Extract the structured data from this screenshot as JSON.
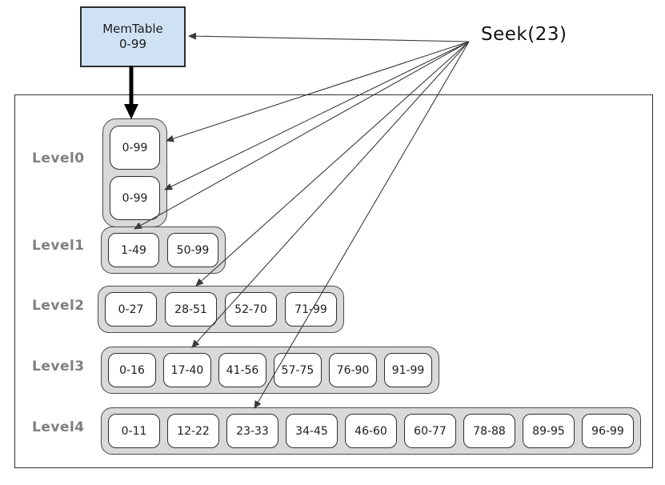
{
  "diagram": {
    "memtable": {
      "title": "MemTable",
      "range": "0-99"
    },
    "seek_label": "Seek(23)",
    "levels": [
      {
        "label": "Level0",
        "layout": "vertical",
        "tables": [
          "0-99",
          "0-99"
        ]
      },
      {
        "label": "Level1",
        "layout": "horizontal",
        "tables": [
          "1-49",
          "50-99"
        ]
      },
      {
        "label": "Level2",
        "layout": "horizontal",
        "tables": [
          "0-27",
          "28-51",
          "52-70",
          "71-99"
        ]
      },
      {
        "label": "Level3",
        "layout": "horizontal",
        "tables": [
          "0-16",
          "17-40",
          "41-56",
          "57-75",
          "76-90",
          "91-99"
        ]
      },
      {
        "label": "Level4",
        "layout": "horizontal",
        "tables": [
          "0-11",
          "12-22",
          "23-33",
          "34-45",
          "46-60",
          "60-77",
          "78-88",
          "89-95",
          "96-99"
        ]
      }
    ],
    "seek_targets": [
      "MemTable 0-99",
      "Level0 table 0-99 (upper)",
      "Level0 table 0-99 (lower)",
      "Level1 table 1-49",
      "Level2 table 28-51",
      "Level3 table 17-40",
      "Level4 table 23-33"
    ],
    "colors": {
      "memtable_fill": "#cfe2f3",
      "container_fill": "#d9d9d9",
      "table_fill": "#ffffff",
      "line": "#3a3a3a",
      "label": "#7f7f7f"
    }
  }
}
